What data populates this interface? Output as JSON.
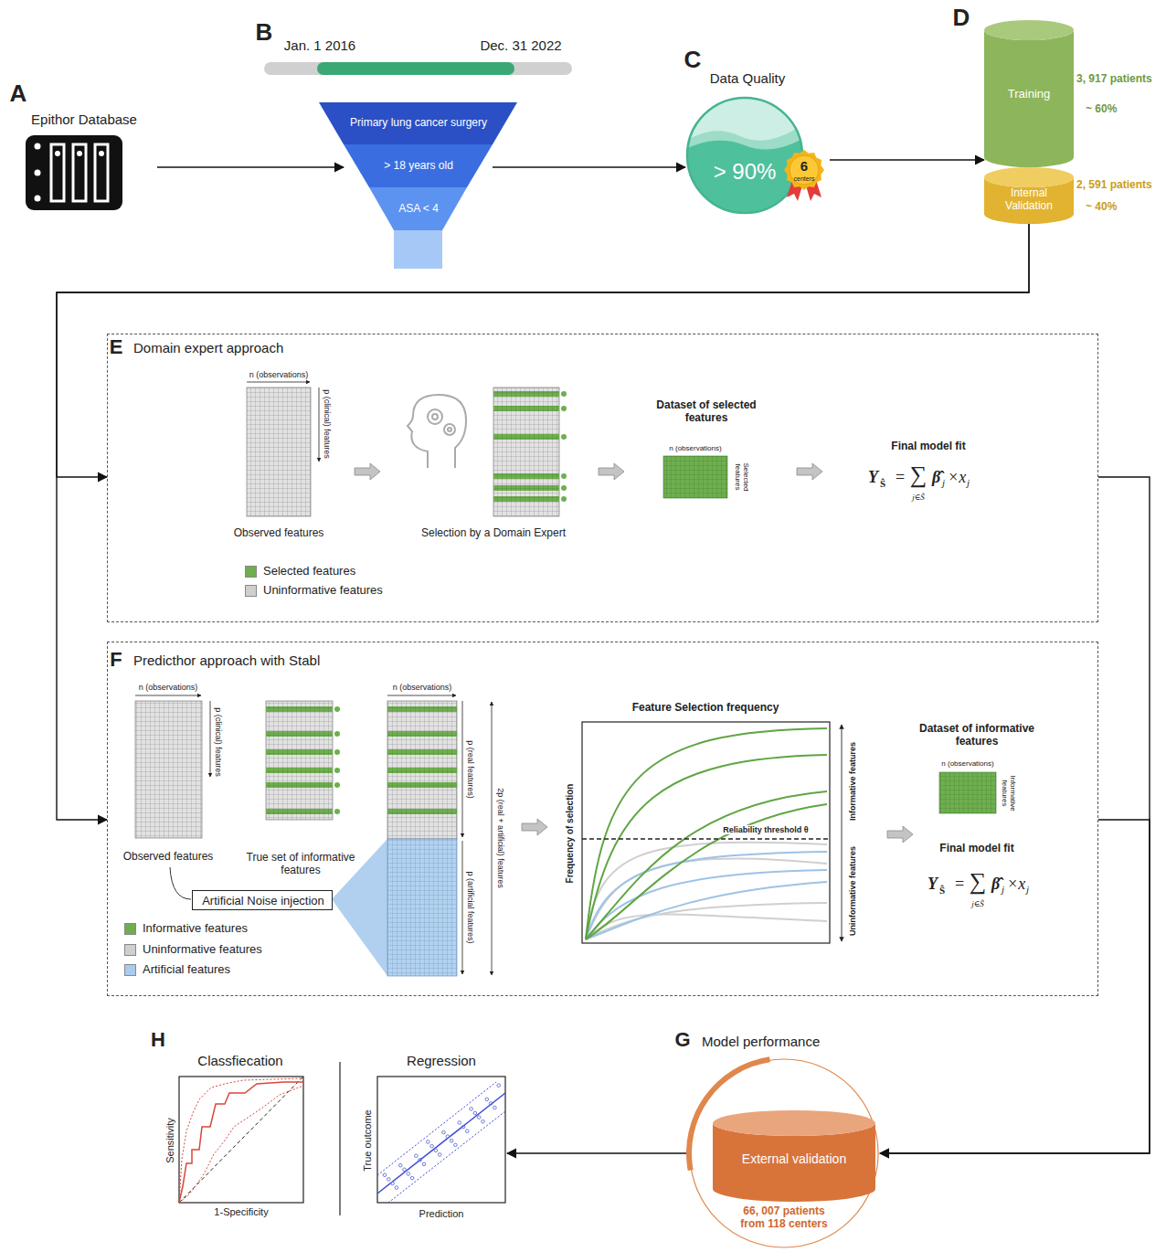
{
  "diagram": {
    "nodes": [
      {
        "text": [
          "Epithor Database"
        ]
      },
      {
        "text": [
          "Primary lung cancer surgery"
        ]
      },
      {
        "text": [
          "> 18 years old"
        ]
      },
      {
        "text": [
          "ASA < 4"
        ]
      },
      {
        "text": [
          "Data Quality",
          "> 90%"
        ]
      },
      {
        "text": [
          "6",
          "centers"
        ]
      },
      {
        "text": [
          "Training"
        ]
      },
      {
        "text": [
          "Internal Validation"
        ]
      },
      {
        "text": [
          "Domain expert approach"
        ]
      },
      {
        "text": [
          "Predicthor approach with Stabl"
        ]
      },
      {
        "text": [
          "Artificial Noise injection"
        ],
        "in": 9
      },
      {
        "text": [
          "External validation",
          "66, 007 patients from 118 centers"
        ]
      },
      {
        "text": [
          "Classfiecation"
        ]
      },
      {
        "text": [
          "Regression"
        ]
      }
    ],
    "edges": [
      {
        "from": 0,
        "to": 2,
        "arrow": "to"
      },
      {
        "from": 2,
        "to": 4,
        "arrow": "to"
      },
      {
        "from": 4,
        "to": 6,
        "arrow": "to"
      },
      {
        "from": 7,
        "to": 8,
        "arrow": "to"
      },
      {
        "from": 7,
        "to": 9,
        "arrow": "to"
      },
      {
        "from": 8,
        "to": 11,
        "arrow": "to"
      },
      {
        "from": 9,
        "to": 11,
        "arrow": "to"
      },
      {
        "from": 11,
        "to": 13,
        "arrow": "to"
      }
    ],
    "labels": [
      "A",
      "B",
      "Jan. 1 2016",
      "Dec. 31 2022",
      "C",
      "D",
      "3, 917 patients",
      "~ 60%",
      "2, 591 patients",
      "~ 40%",
      "E",
      "n (observations)",
      "p (clinical) features",
      "Observed features",
      "Selection by a Domain Expert",
      "Dataset of selected features",
      "n (observations)",
      "Selected features",
      "Final model fit",
      "Y",
      "Ŝ",
      "=",
      "∑",
      "j∈Ŝ",
      "β̂",
      "j",
      "×x",
      "j",
      "F",
      "n (observations)",
      "p (clinical) features",
      "Observed features",
      "True set of informative features",
      "n (observations)",
      "p (real features)",
      "2p (real + artificial) features",
      "p (artificial features)",
      "Feature Selection frequency",
      "Frequency of selection",
      "Reliability threshold θ",
      "Informative features",
      "Uninformative features",
      "Dataset of informative features",
      "n (observations)",
      "Informative features",
      "Final model fit",
      "Y",
      "Ŝ",
      "=",
      "∑",
      "j∈Ŝ",
      "β̂",
      "j",
      "×x",
      "j",
      "G",
      "Model performance",
      "H",
      "Sensitivity",
      "1-Specificity",
      "True outcome",
      "Prediction"
    ],
    "legend": [
      {
        "text": "Selected features",
        "color": "#6fae4f"
      },
      {
        "text": "Uninformative features",
        "color": "#cfcfcf"
      },
      {
        "text": "Informative features",
        "color": "#6fae4f"
      },
      {
        "text": "Uninformative features",
        "color": "#cfcfcf"
      },
      {
        "text": "Artificial features",
        "color": "#a9cbed"
      }
    ]
  }
}
